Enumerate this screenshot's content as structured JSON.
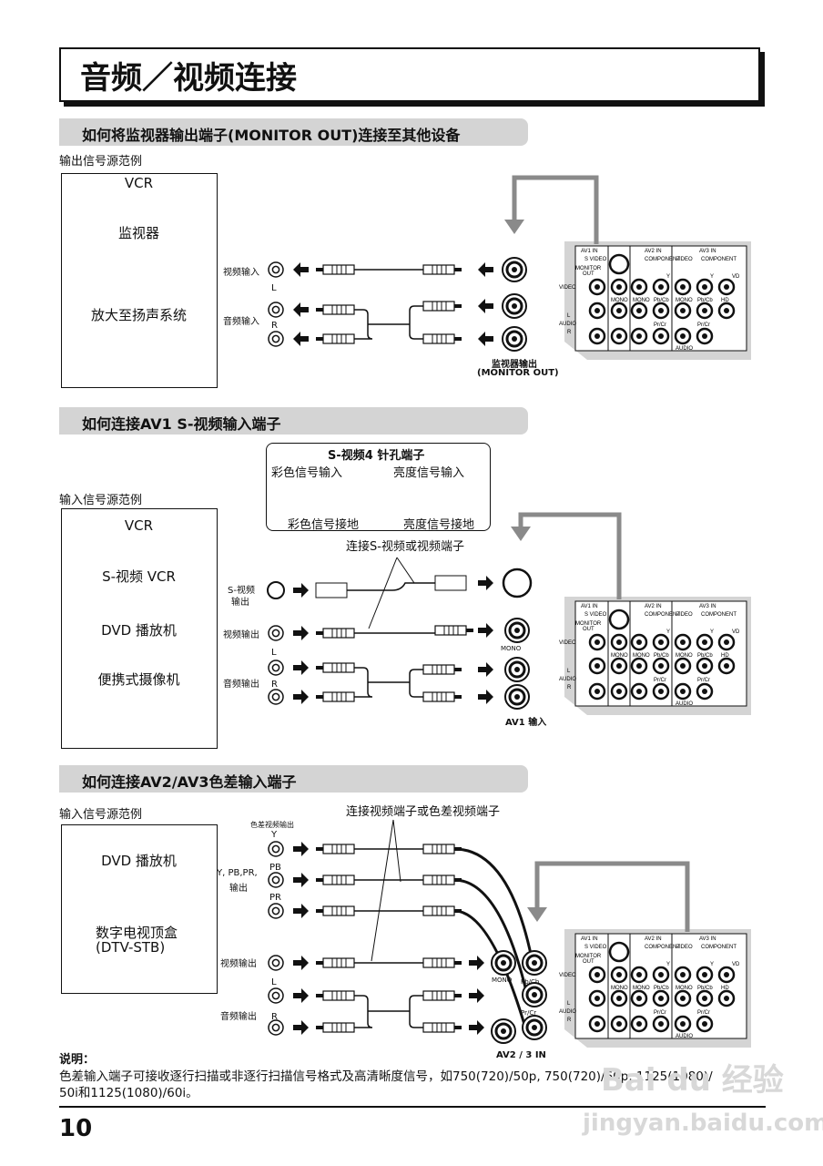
{
  "title": "音频／视频连接",
  "section1": {
    "header": "如何将监视器输出端子(MONITOR OUT)连接至其他设备",
    "source_label": "输出信号源范例",
    "devices": [
      "VCR",
      "监视器",
      "放大至扬声系统"
    ],
    "video_in": "视频输入",
    "audio_in": "音频输入",
    "L": "L",
    "R": "R",
    "out_label": "监视器输出",
    "out_label_en": "(MONITOR OUT)"
  },
  "section2": {
    "header": "如何连接AV1 S-视频输入端子",
    "callout": {
      "title": "S-视频4 针孔端子",
      "chroma_in": "彩色信号输入",
      "luma_in": "亮度信号输入",
      "chroma_gnd": "彩色信号接地",
      "luma_gnd": "亮度信号接地"
    },
    "connect_label": "连接S-视频或视频端子",
    "source_label": "输入信号源范例",
    "devices": [
      "VCR",
      "S-视频  VCR",
      "DVD 播放机",
      "便携式摄像机"
    ],
    "svideo_out_1": "S-视频",
    "svideo_out_2": "输出",
    "video_out": "视频输出",
    "audio_out": "音频输出",
    "L": "L",
    "R": "R",
    "mono": "MONO",
    "in_label": "AV1 输入"
  },
  "section3": {
    "header": "如何连接AV2/AV3色差输入端子",
    "source_label": "输入信号源范例",
    "connect_label": "连接视频端子或色差视频端子",
    "devices": [
      "DVD 播放机",
      "数字电视顶盒",
      "(DTV-STB)"
    ],
    "component_out": "色差视频输出",
    "Y": "Y",
    "PB": "PB",
    "PR": "PR",
    "ypbpr_1": "Y,  PB,PR,",
    "ypbpr_2": "输出",
    "video_out": "视频输出",
    "audio_out": "音频输出",
    "L": "L",
    "R": "R",
    "mono": "MONO",
    "pbcb": "Pb/Cb",
    "prcr": "Pr/Cr",
    "in_label": "AV2 / 3 IN"
  },
  "panel_labels": {
    "av1": "AV1  IN",
    "svideo": "S VIDEO",
    "monitor": "MONITOR",
    "out": "OUT",
    "av2": "AV2  IN",
    "component": "COMPONENT",
    "av3": "AV3  IN",
    "video": "VIDEO",
    "audio": "AUDIO",
    "mono": "MONO",
    "y": "Y",
    "vd": "VD",
    "pb": "Pb/Cb",
    "hd": "HD",
    "pr": "Pr/Cr",
    "l": "L",
    "r": "R"
  },
  "note": {
    "heading": "说明：",
    "line1": "色差输入端子可接收逐行扫描或非逐行扫描信号格式及高清晰度信号，如750(720)/50p, 750(720)/60p, 1125(1080)/",
    "line2": "50i和1125(1080)/60i。"
  },
  "page_number": "10",
  "watermark": {
    "logo": "Bai du 经验",
    "url": "jingyan.baidu.com"
  }
}
